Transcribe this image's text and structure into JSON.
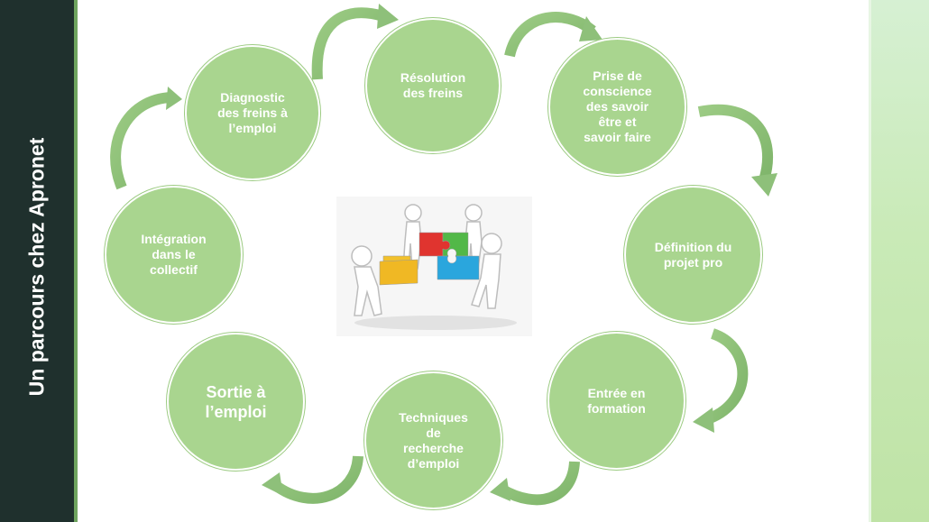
{
  "side_title": "Un parcours chez Apronet",
  "nodes": [
    {
      "id": "resolution",
      "label": "Résolution\ndes freins"
    },
    {
      "id": "prise-conscience",
      "label": "Prise de\nconscience\ndes savoir\nêtre et\nsavoir faire"
    },
    {
      "id": "definition",
      "label": "Définition du\nprojet pro"
    },
    {
      "id": "entree",
      "label": "Entrée en\nformation"
    },
    {
      "id": "techniques",
      "label": "Techniques\nde\nrecherche\nd’emploi"
    },
    {
      "id": "sortie",
      "label": "Sortie à\nl’emploi"
    },
    {
      "id": "integration",
      "label": "Intégration\ndans le\ncollectif"
    },
    {
      "id": "diagnostic",
      "label": "Diagnostic\ndes freins à\nl’emploi"
    }
  ],
  "center_image": "puzzle-teamwork-illustration",
  "colors": {
    "node_fill": "#a9d58f",
    "arrow_fill": "#8ec07a",
    "sidebar": "#1f302d"
  }
}
